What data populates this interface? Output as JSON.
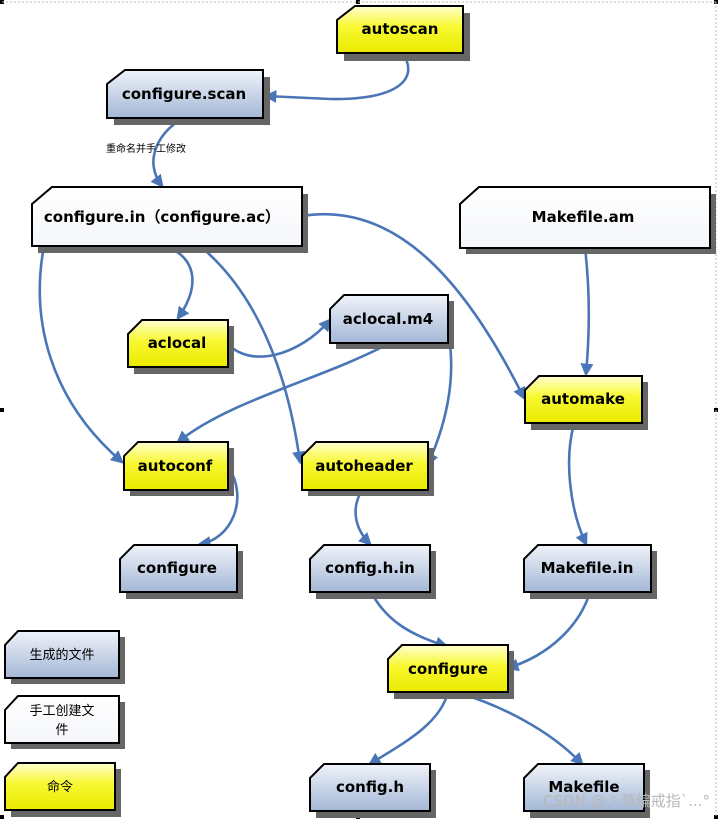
{
  "nodes": {
    "autoscan": "autoscan",
    "configure_scan": "configure.scan",
    "configure_in": "configure.in（configure.ac）",
    "makefile_am": "Makefile.am",
    "aclocal": "aclocal",
    "aclocal_m4": "aclocal.m4",
    "automake": "automake",
    "autoconf": "autoconf",
    "autoheader": "autoheader",
    "configure_generated": "configure",
    "config_h_in": "config.h.in",
    "makefile_in": "Makefile.in",
    "configure_command": "configure",
    "config_h": "config.h",
    "makefile": "Makefile"
  },
  "edge_labels": {
    "rename": "重命名并手工修改"
  },
  "legend": {
    "generated_file": "生成的文件",
    "manual_file_line1": "手工创建文",
    "manual_file_line2": "件",
    "command": "命令"
  },
  "watermark": "CSDN @⺀草编戒指`...°",
  "colors": {
    "generated_fill_top": "#eef2f8",
    "generated_fill_bottom": "#a3b7d6",
    "manual_fill": "#ffffff",
    "command_fill_top": "#ffffc8",
    "command_fill_bottom": "#eeee00",
    "edge": "#4a76b8",
    "border": "#000000"
  }
}
